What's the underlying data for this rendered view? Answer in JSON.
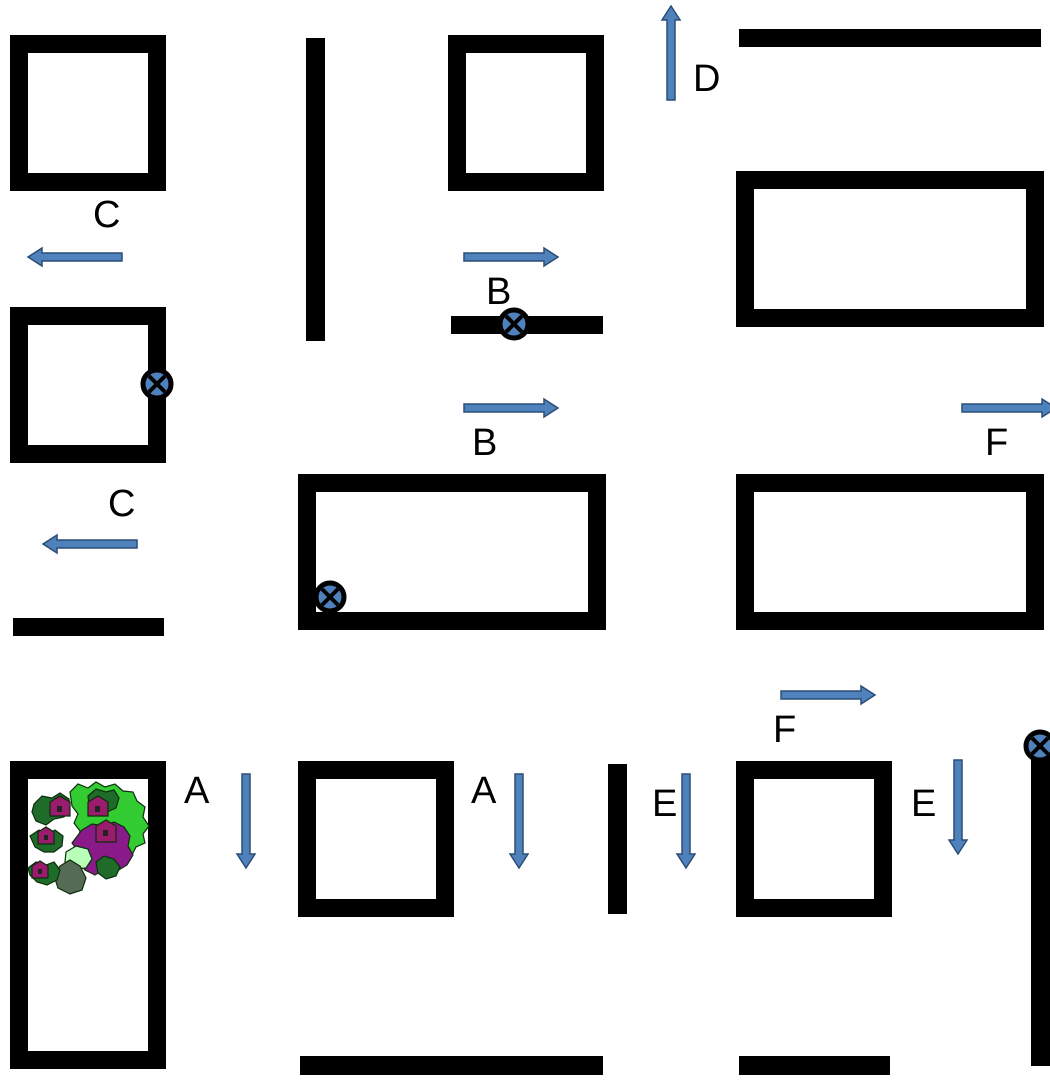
{
  "colors": {
    "wall": "#000000",
    "arrow_fill": "#4f81bd",
    "arrow_stroke": "#2c4d75",
    "marker_fill": "#4f81bd",
    "marker_stroke": "#000000",
    "label": "#000000",
    "foliage_dark": "#1f6b2a",
    "foliage_light": "#33cc33",
    "foliage_purple": "#8a1a8a",
    "foliage_pale": "#b8ffb8",
    "foliage_grey": "#556b55"
  },
  "labels": {
    "c_top": "C",
    "c_bottom": "C",
    "b_top": "B",
    "b_bottom": "B",
    "d": "D",
    "f_right": "F",
    "f_bottom": "F",
    "a_left": "A",
    "a_mid": "A",
    "e_left": "E",
    "e_right": "E"
  },
  "icons": {
    "arrow": "block-arrow-icon",
    "marker": "circled-x-icon",
    "sprite": "tree-cluster-icon"
  }
}
